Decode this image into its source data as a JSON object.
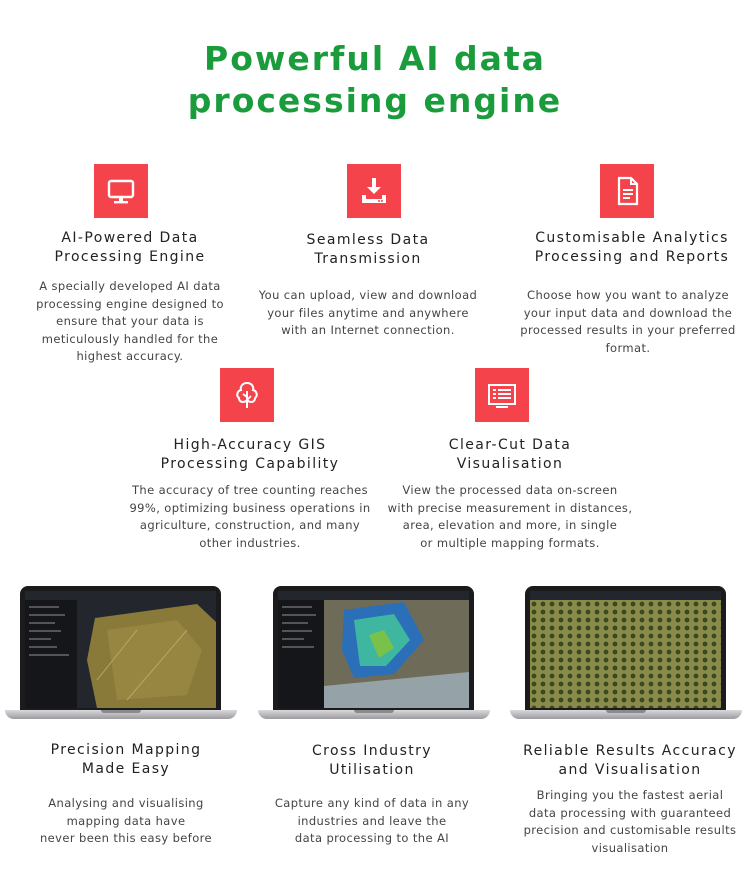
{
  "heading": {
    "line1": "Powerful AI data",
    "line2": "processing engine"
  },
  "colors": {
    "heading": "#1a9b3c",
    "icon_bg": "#f5434b"
  },
  "features": [
    {
      "icon": "monitor-icon",
      "title_1": "AI-Powered Data",
      "title_2": "Processing Engine",
      "desc": [
        "A specially developed AI data",
        "processing engine designed to",
        "ensure that your data is",
        "meticulously handled for the",
        "highest accuracy."
      ]
    },
    {
      "icon": "download-icon",
      "title_1": "Seamless Data",
      "title_2": "Transmission",
      "desc": [
        "You can upload, view and download",
        "your files anytime and anywhere",
        "with an Internet connection."
      ]
    },
    {
      "icon": "document-icon",
      "title_1": "Customisable Analytics",
      "title_2": "Processing and Reports",
      "desc": [
        "Choose how you want to analyze",
        "your input data and download the",
        "processed results in your preferred",
        "format."
      ]
    },
    {
      "icon": "tree-icon",
      "title_1": "High-Accuracy GIS",
      "title_2": "Processing Capability",
      "desc": [
        "The accuracy of tree counting reaches",
        "99%, optimizing business operations in",
        "agriculture, construction, and many",
        "other industries."
      ]
    },
    {
      "icon": "screen-list-icon",
      "title_1": "Clear-Cut Data",
      "title_2": "Visualisation",
      "desc": [
        "View the processed data on-screen",
        "with precise measurement in distances,",
        "area, elevation and more, in single",
        "or multiple mapping formats."
      ]
    }
  ],
  "showcases": [
    {
      "title_1": "Precision Mapping",
      "title_2": "Made Easy",
      "desc": [
        "Analysing and visualising",
        "mapping data have",
        "never been this easy before"
      ]
    },
    {
      "title_1": "Cross Industry",
      "title_2": "Utilisation",
      "desc": [
        "Capture any kind of data in any",
        "industries and leave the",
        "data processing to the AI"
      ]
    },
    {
      "title_1": "Reliable Results Accuracy",
      "title_2": "and Visualisation",
      "desc": [
        "Bringing you the fastest aerial",
        "data processing with guaranteed",
        "precision and customisable results",
        "visualisation"
      ]
    }
  ]
}
